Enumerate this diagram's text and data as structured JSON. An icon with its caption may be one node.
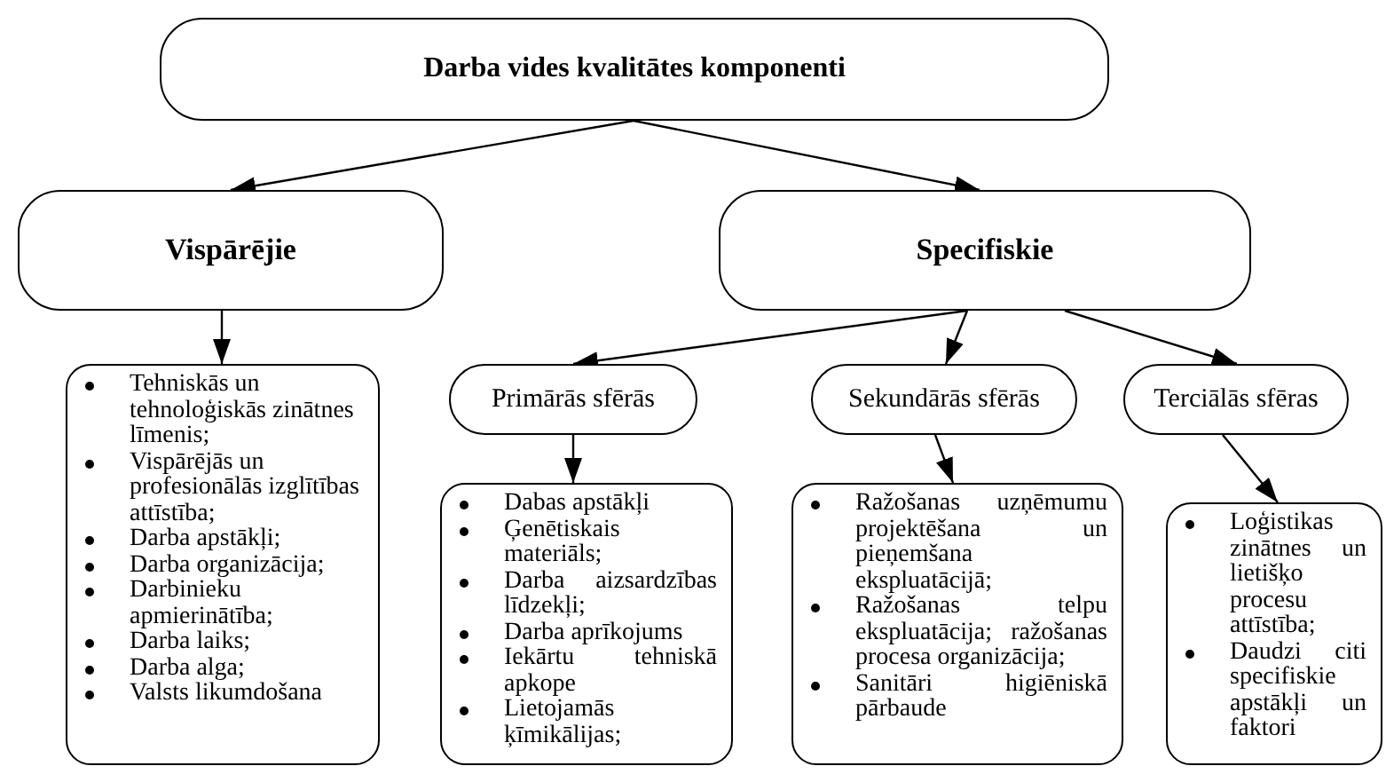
{
  "diagram": {
    "nodes": [
      {
        "text": [
          "Darba vides kvalitātes komponenti"
        ]
      },
      {
        "text": [
          "Vispārējie"
        ]
      },
      {
        "text": [
          "Specifiskie"
        ]
      },
      {
        "text": [
          "Tehniskās un tehnoloģiskās zinātnes līmenis;",
          "Vispārējās un profesionālās izglītības attīstība;",
          "Darba apstākļi;",
          "Darba organizācija;",
          "Darbinieku apmierinātība;",
          "Darba laiks;",
          "Darba alga;",
          "Valsts likumdošana"
        ]
      },
      {
        "text": [
          "Primārās sfērās"
        ]
      },
      {
        "text": [
          "Sekundārās sfērās"
        ]
      },
      {
        "text": [
          "Terciālās sfēras"
        ]
      },
      {
        "text": [
          "Dabas apstākļi",
          "Ģenētiskais materiāls;",
          "Darba aizsardzības līdzekļi;",
          "Darba aprīkojums",
          "Iekārtu tehniskā apkope",
          "Lietojamās ķīmikālijas;"
        ]
      },
      {
        "text": [
          "Ražošanas uzņēmumu projektēšana un pieņemšana ekspluatācijā;",
          "Ražošanas telpu ekspluatācija; ražošanas procesa organizācija;",
          "Sanitāri higiēniskā pārbaude"
        ]
      },
      {
        "text": [
          "Loģistikas zinātnes un lietišķo procesu attīstība;",
          "Daudzi citi specifiskie apstākļi un faktori"
        ]
      }
    ],
    "edges": [
      {
        "from": 0,
        "to": 1,
        "arrow": "to"
      },
      {
        "from": 0,
        "to": 2,
        "arrow": "to"
      },
      {
        "from": 1,
        "to": 3,
        "arrow": "to"
      },
      {
        "from": 2,
        "to": 4,
        "arrow": "to"
      },
      {
        "from": 2,
        "to": 5,
        "arrow": "to"
      },
      {
        "from": 2,
        "to": 6,
        "arrow": "to"
      },
      {
        "from": 4,
        "to": 7,
        "arrow": "to"
      },
      {
        "from": 5,
        "to": 8,
        "arrow": "to"
      },
      {
        "from": 6,
        "to": 9,
        "arrow": "to"
      }
    ]
  }
}
